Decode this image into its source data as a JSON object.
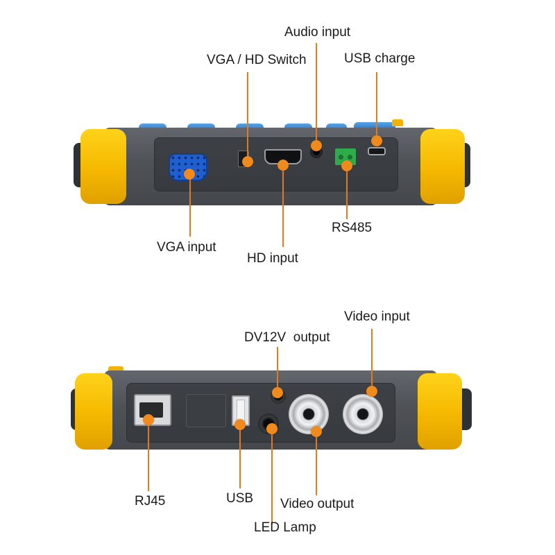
{
  "top_device": {
    "labels": {
      "audio_input": "Audio input",
      "vga_hd_switch": "VGA / HD Switch",
      "usb_charge": "USB charge",
      "vga_input": "VGA input",
      "hd_input": "HD input",
      "rs485": "RS485"
    }
  },
  "bottom_device": {
    "labels": {
      "video_input": "Video input",
      "dv12v_output": "DV12V  output",
      "rj45": "RJ45",
      "usb": "USB",
      "video_output": "Video output",
      "led_lamp": "LED Lamp"
    }
  },
  "colors": {
    "callout_dot": "#f08a1c",
    "bumper_yellow": "#f5b800",
    "body_gray": "#4f5358",
    "vga_port_blue": "#1f5fd0",
    "rs485_terminal_green": "#2eab4b"
  }
}
